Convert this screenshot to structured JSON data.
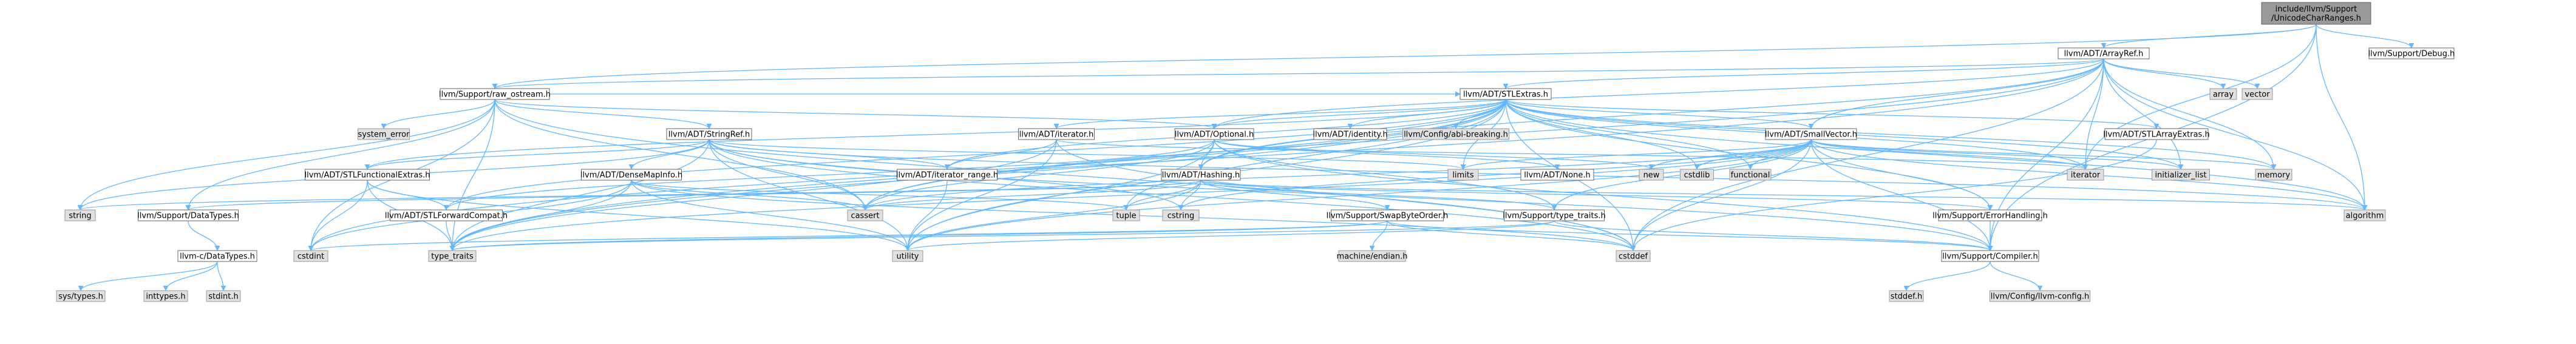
{
  "nodes": [
    {
      "id": "root",
      "label": "include/llvm/Support\n/UnicodeCharRanges.h",
      "kind": "root"
    },
    {
      "id": "arrayref",
      "label": "llvm/ADT/ArrayRef.h",
      "kind": "hdr"
    },
    {
      "id": "debug",
      "label": "llvm/Support/Debug.h",
      "kind": "hdr"
    },
    {
      "id": "raw_ostream",
      "label": "llvm/Support/raw_ostream.h",
      "kind": "hdr"
    },
    {
      "id": "stlextras",
      "label": "llvm/ADT/STLExtras.h",
      "kind": "hdr"
    },
    {
      "id": "array",
      "label": "array",
      "kind": "std"
    },
    {
      "id": "vector",
      "label": "vector",
      "kind": "std"
    },
    {
      "id": "system_error",
      "label": "system_error",
      "kind": "std"
    },
    {
      "id": "stringref",
      "label": "llvm/ADT/StringRef.h",
      "kind": "hdr"
    },
    {
      "id": "adt_iterator",
      "label": "llvm/ADT/iterator.h",
      "kind": "hdr"
    },
    {
      "id": "optional",
      "label": "llvm/ADT/Optional.h",
      "kind": "hdr"
    },
    {
      "id": "identity",
      "label": "llvm/ADT/identity.h",
      "kind": "hdr"
    },
    {
      "id": "abibreaking",
      "label": "llvm/Config/abi-breaking.h",
      "kind": "std"
    },
    {
      "id": "smallvector",
      "label": "llvm/ADT/SmallVector.h",
      "kind": "hdr"
    },
    {
      "id": "stlarrayextras",
      "label": "llvm/ADT/STLArrayExtras.h",
      "kind": "hdr"
    },
    {
      "id": "stlfunctional",
      "label": "llvm/ADT/STLFunctionalExtras.h",
      "kind": "hdr"
    },
    {
      "id": "densemapinfo",
      "label": "llvm/ADT/DenseMapInfo.h",
      "kind": "hdr"
    },
    {
      "id": "iterator_range",
      "label": "llvm/ADT/iterator_range.h",
      "kind": "hdr"
    },
    {
      "id": "hashing",
      "label": "llvm/ADT/Hashing.h",
      "kind": "hdr"
    },
    {
      "id": "limits",
      "label": "limits",
      "kind": "std"
    },
    {
      "id": "none",
      "label": "llvm/ADT/None.h",
      "kind": "hdr"
    },
    {
      "id": "new",
      "label": "new",
      "kind": "std"
    },
    {
      "id": "cstdlib",
      "label": "cstdlib",
      "kind": "std"
    },
    {
      "id": "functional",
      "label": "functional",
      "kind": "std"
    },
    {
      "id": "iterator",
      "label": "iterator",
      "kind": "std"
    },
    {
      "id": "initializer_list",
      "label": "initializer_list",
      "kind": "std"
    },
    {
      "id": "memory",
      "label": "memory",
      "kind": "std"
    },
    {
      "id": "string",
      "label": "string",
      "kind": "std"
    },
    {
      "id": "datatypes",
      "label": "llvm/Support/DataTypes.h",
      "kind": "hdr"
    },
    {
      "id": "stlforward",
      "label": "llvm/ADT/STLForwardCompat.h",
      "kind": "hdr"
    },
    {
      "id": "cassert",
      "label": "cassert",
      "kind": "std"
    },
    {
      "id": "tuple",
      "label": "tuple",
      "kind": "std"
    },
    {
      "id": "cstring",
      "label": "cstring",
      "kind": "std"
    },
    {
      "id": "swapbyteorder",
      "label": "llvm/Support/SwapByteOrder.h",
      "kind": "hdr"
    },
    {
      "id": "type_traits_h",
      "label": "llvm/Support/type_traits.h",
      "kind": "hdr"
    },
    {
      "id": "errorhandling",
      "label": "llvm/Support/ErrorHandling.h",
      "kind": "hdr"
    },
    {
      "id": "algorithm",
      "label": "algorithm",
      "kind": "std"
    },
    {
      "id": "llvmc_datatypes",
      "label": "llvm-c/DataTypes.h",
      "kind": "hdr"
    },
    {
      "id": "cstdint",
      "label": "cstdint",
      "kind": "std"
    },
    {
      "id": "type_traits",
      "label": "type_traits",
      "kind": "std"
    },
    {
      "id": "utility",
      "label": "utility",
      "kind": "std"
    },
    {
      "id": "machine_endian",
      "label": "machine/endian.h",
      "kind": "std"
    },
    {
      "id": "cstddef",
      "label": "cstddef",
      "kind": "std"
    },
    {
      "id": "compiler",
      "label": "llvm/Support/Compiler.h",
      "kind": "hdr"
    },
    {
      "id": "systypes",
      "label": "sys/types.h",
      "kind": "std"
    },
    {
      "id": "inttypes",
      "label": "inttypes.h",
      "kind": "std"
    },
    {
      "id": "stdint",
      "label": "stdint.h",
      "kind": "std"
    },
    {
      "id": "stddef",
      "label": "stddef.h",
      "kind": "std"
    },
    {
      "id": "llvmconfig",
      "label": "llvm/Config/llvm-config.h",
      "kind": "std"
    }
  ],
  "edges": [
    [
      "root",
      "arrayref"
    ],
    [
      "root",
      "debug"
    ],
    [
      "root",
      "raw_ostream"
    ],
    [
      "root",
      "compiler"
    ],
    [
      "root",
      "algorithm"
    ],
    [
      "root",
      "iterator"
    ],
    [
      "arrayref",
      "stlextras"
    ],
    [
      "arrayref",
      "raw_ostream"
    ],
    [
      "arrayref",
      "array"
    ],
    [
      "arrayref",
      "vector"
    ],
    [
      "arrayref",
      "smallvector"
    ],
    [
      "arrayref",
      "compiler"
    ],
    [
      "arrayref",
      "cassert"
    ],
    [
      "arrayref",
      "cstddef"
    ],
    [
      "arrayref",
      "initializer_list"
    ],
    [
      "arrayref",
      "iterator"
    ],
    [
      "arrayref",
      "memory"
    ],
    [
      "arrayref",
      "type_traits"
    ],
    [
      "arrayref",
      "algorithm"
    ],
    [
      "arrayref",
      "optional"
    ],
    [
      "arrayref",
      "hashing"
    ],
    [
      "raw_ostream",
      "system_error"
    ],
    [
      "raw_ostream",
      "stringref"
    ],
    [
      "raw_ostream",
      "datatypes"
    ],
    [
      "raw_ostream",
      "optional"
    ],
    [
      "raw_ostream",
      "cassert"
    ],
    [
      "raw_ostream",
      "cstddef"
    ],
    [
      "raw_ostream",
      "cstdint"
    ],
    [
      "raw_ostream",
      "string"
    ],
    [
      "raw_ostream",
      "type_traits"
    ],
    [
      "raw_ostream",
      "stlextras"
    ],
    [
      "stlextras",
      "adt_iterator"
    ],
    [
      "stlextras",
      "optional"
    ],
    [
      "stlextras",
      "identity"
    ],
    [
      "stlextras",
      "abibreaking"
    ],
    [
      "stlextras",
      "smallvector"
    ],
    [
      "stlextras",
      "stlarrayextras"
    ],
    [
      "stlextras",
      "stlfunctional"
    ],
    [
      "stlextras",
      "stlforward"
    ],
    [
      "stlextras",
      "iterator_range"
    ],
    [
      "stlextras",
      "hashing"
    ],
    [
      "stlextras",
      "errorhandling"
    ],
    [
      "stlextras",
      "algorithm"
    ],
    [
      "stlextras",
      "cassert"
    ],
    [
      "stlextras",
      "cstddef"
    ],
    [
      "stlextras",
      "cstdint"
    ],
    [
      "stlextras",
      "cstdlib"
    ],
    [
      "stlextras",
      "functional"
    ],
    [
      "stlextras",
      "initializer_list"
    ],
    [
      "stlextras",
      "iterator"
    ],
    [
      "stlextras",
      "limits"
    ],
    [
      "stlextras",
      "memory"
    ],
    [
      "stlextras",
      "tuple"
    ],
    [
      "stlextras",
      "type_traits"
    ],
    [
      "stlextras",
      "utility"
    ],
    [
      "stringref",
      "stlfunctional"
    ],
    [
      "stringref",
      "densemapinfo"
    ],
    [
      "stringref",
      "iterator_range"
    ],
    [
      "stringref",
      "compiler"
    ],
    [
      "stringref",
      "algorithm"
    ],
    [
      "stringref",
      "cassert"
    ],
    [
      "stringref",
      "cstddef"
    ],
    [
      "stringref",
      "cstring"
    ],
    [
      "stringref",
      "limits"
    ],
    [
      "stringref",
      "string"
    ],
    [
      "stringref",
      "type_traits"
    ],
    [
      "stringref",
      "utility"
    ],
    [
      "adt_iterator",
      "iterator_range"
    ],
    [
      "adt_iterator",
      "cstddef"
    ],
    [
      "adt_iterator",
      "iterator"
    ],
    [
      "adt_iterator",
      "type_traits"
    ],
    [
      "adt_iterator",
      "utility"
    ],
    [
      "optional",
      "hashing"
    ],
    [
      "optional",
      "none"
    ],
    [
      "optional",
      "stlforward"
    ],
    [
      "optional",
      "compiler"
    ],
    [
      "optional",
      "type_traits_h"
    ],
    [
      "optional",
      "cassert"
    ],
    [
      "optional",
      "new"
    ],
    [
      "optional",
      "utility"
    ],
    [
      "smallvector",
      "compiler"
    ],
    [
      "smallvector",
      "algorithm"
    ],
    [
      "smallvector",
      "cassert"
    ],
    [
      "smallvector",
      "cstddef"
    ],
    [
      "smallvector",
      "cstdlib"
    ],
    [
      "smallvector",
      "cstring"
    ],
    [
      "smallvector",
      "functional"
    ],
    [
      "smallvector",
      "initializer_list"
    ],
    [
      "smallvector",
      "iterator"
    ],
    [
      "smallvector",
      "limits"
    ],
    [
      "smallvector",
      "memory"
    ],
    [
      "smallvector",
      "new"
    ],
    [
      "smallvector",
      "type_traits"
    ],
    [
      "smallvector",
      "utility"
    ],
    [
      "smallvector",
      "errorhandling"
    ],
    [
      "smallvector",
      "type_traits_h"
    ],
    [
      "stlarrayextras",
      "cstddef"
    ],
    [
      "stlfunctional",
      "stlforward"
    ],
    [
      "stlfunctional",
      "cstdint"
    ],
    [
      "stlfunctional",
      "type_traits"
    ],
    [
      "stlfunctional",
      "utility"
    ],
    [
      "densemapinfo",
      "cassert"
    ],
    [
      "densemapinfo",
      "cstddef"
    ],
    [
      "densemapinfo",
      "cstdint"
    ],
    [
      "densemapinfo",
      "tuple"
    ],
    [
      "densemapinfo",
      "type_traits"
    ],
    [
      "densemapinfo",
      "utility"
    ],
    [
      "iterator_range",
      "utility"
    ],
    [
      "hashing",
      "errorhandling"
    ],
    [
      "hashing",
      "datatypes"
    ],
    [
      "hashing",
      "swapbyteorder"
    ],
    [
      "hashing",
      "type_traits_h"
    ],
    [
      "hashing",
      "algorithm"
    ],
    [
      "hashing",
      "cassert"
    ],
    [
      "hashing",
      "cstring"
    ],
    [
      "hashing",
      "string"
    ],
    [
      "hashing",
      "tuple"
    ],
    [
      "hashing",
      "utility"
    ],
    [
      "swapbyteorder",
      "cstddef"
    ],
    [
      "swapbyteorder",
      "cstdint"
    ],
    [
      "swapbyteorder",
      "type_traits"
    ],
    [
      "swapbyteorder",
      "machine_endian"
    ],
    [
      "swapbyteorder",
      "compiler"
    ],
    [
      "type_traits_h",
      "type_traits"
    ],
    [
      "type_traits_h",
      "utility"
    ],
    [
      "type_traits_h",
      "compiler"
    ],
    [
      "errorhandling",
      "compiler"
    ],
    [
      "datatypes",
      "llvmc_datatypes"
    ],
    [
      "llvmc_datatypes",
      "systypes"
    ],
    [
      "llvmc_datatypes",
      "inttypes"
    ],
    [
      "llvmc_datatypes",
      "stdint"
    ],
    [
      "stlforward",
      "type_traits"
    ],
    [
      "compiler",
      "stddef"
    ],
    [
      "compiler",
      "llvmconfig"
    ]
  ]
}
